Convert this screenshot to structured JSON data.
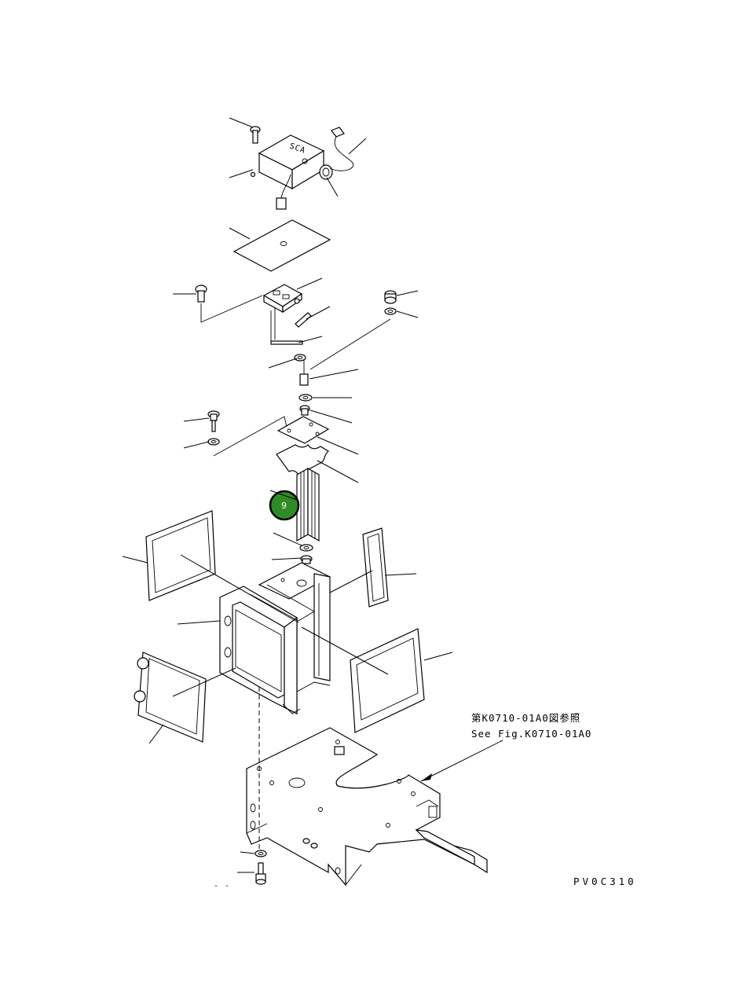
{
  "diagram": {
    "reference_note_jp": "第K0710-01A0図参照",
    "reference_note_en": "See Fig.K0710-01A0",
    "drawing_code": "PV0C310",
    "label_SCA": "SCA",
    "stray_mark": "- -",
    "callout_badge": {
      "number": "9",
      "fill_color": "#2e8b25",
      "border_color": "#000000"
    }
  }
}
